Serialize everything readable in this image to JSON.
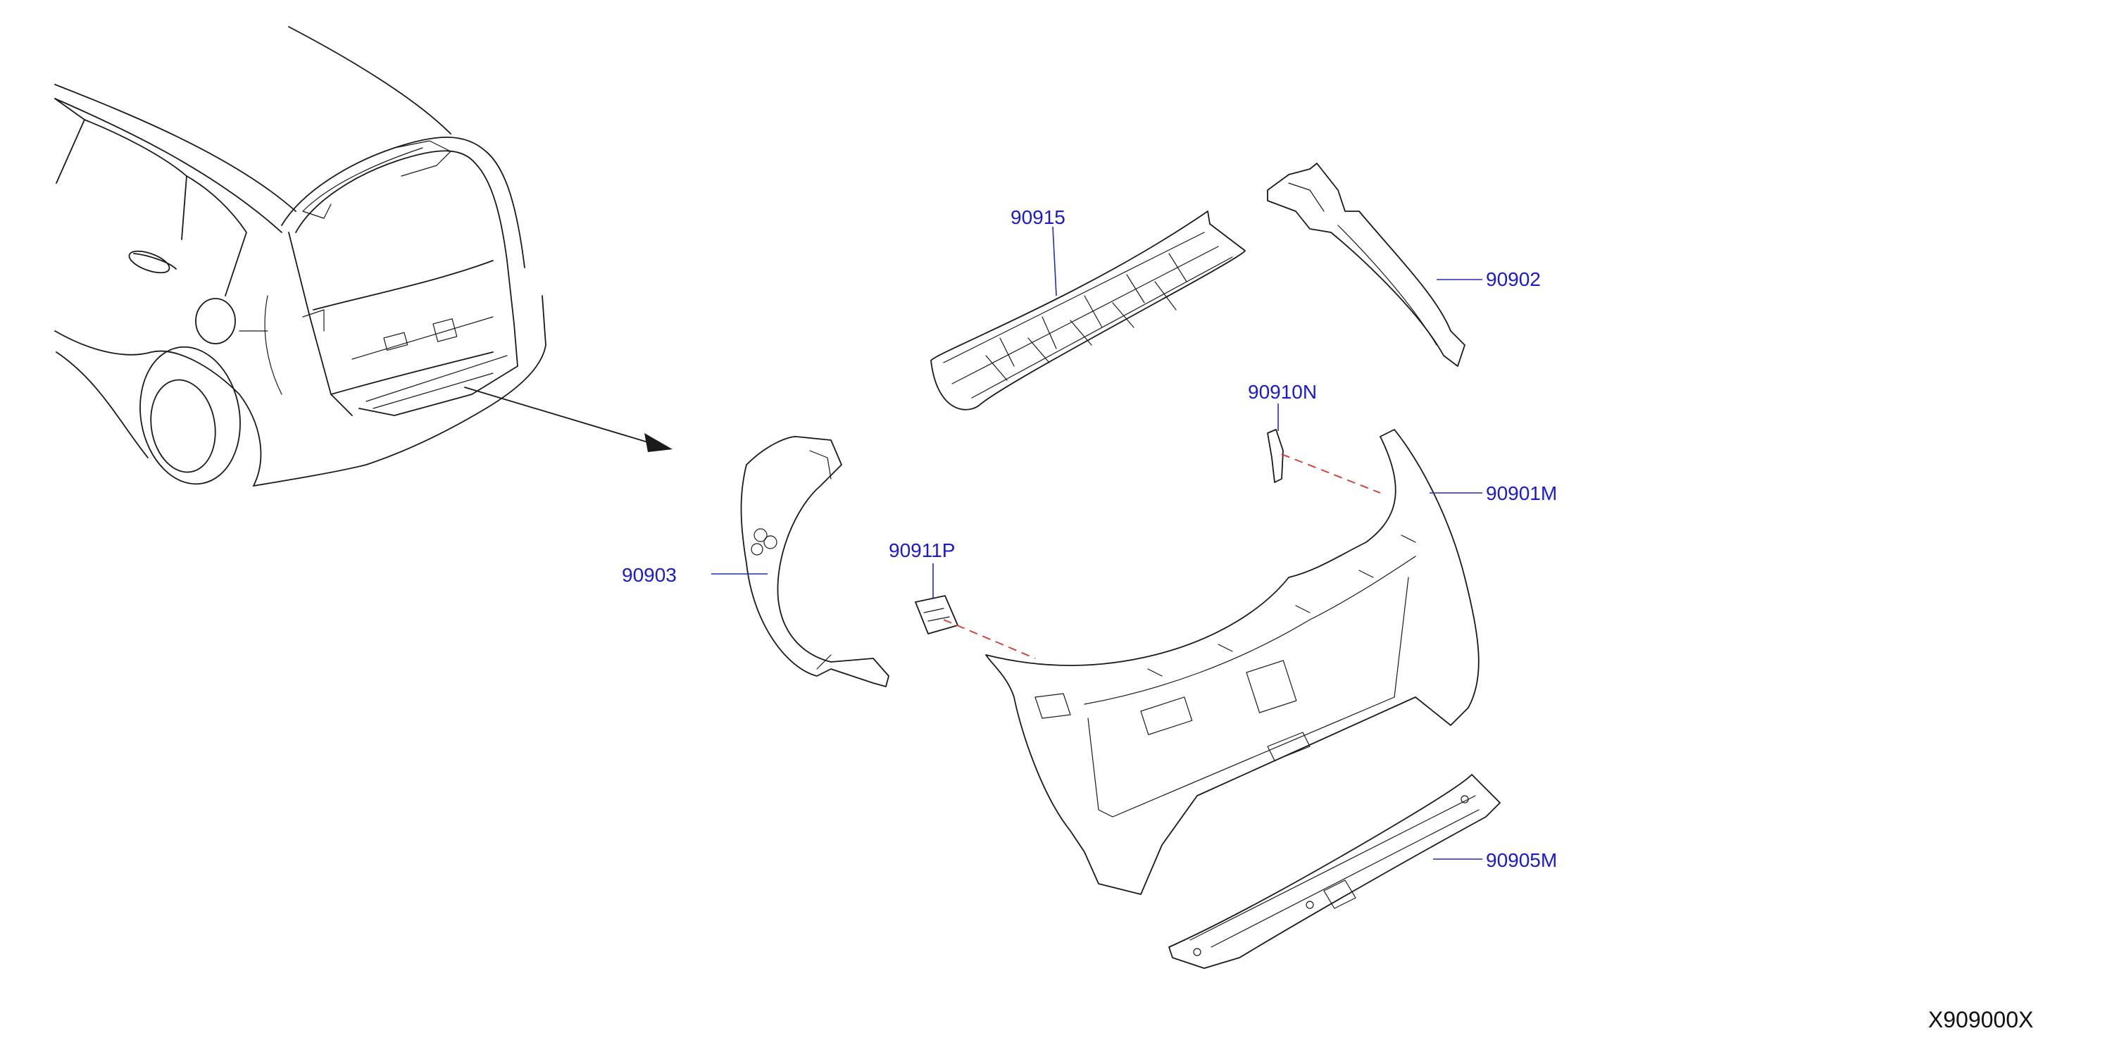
{
  "parts": [
    {
      "key": "p90915",
      "label": "90915"
    },
    {
      "key": "p90902",
      "label": "90902"
    },
    {
      "key": "p90910n",
      "label": "90910N"
    },
    {
      "key": "p90901m",
      "label": "90901M"
    },
    {
      "key": "p90903",
      "label": "90903"
    },
    {
      "key": "p90911p",
      "label": "90911P"
    },
    {
      "key": "p90905m",
      "label": "90905M"
    }
  ],
  "diagram_code": "X909000X",
  "colors": {
    "line": "#1a1a1a",
    "label": "#1a1ad0",
    "leader": "#1f2fb5",
    "alignment_dash": "#e03030",
    "background": "#ffffff"
  }
}
